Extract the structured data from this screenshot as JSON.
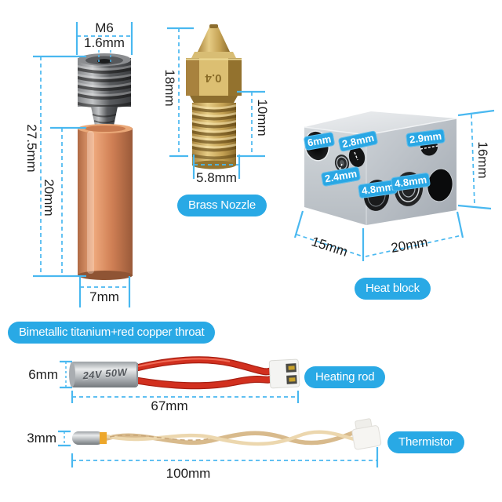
{
  "colors": {
    "accent_blue": "#29a9e5",
    "dimension_line_blue": "#49b8f0",
    "copper": "#d08055",
    "brass": "#c9a84e",
    "steel_gray": "#6f7276",
    "heat_block_silver": "#c6ccd2",
    "heater_wire_red": "#d2301f",
    "thermistor_wire_tan": "#e5cda6"
  },
  "components": {
    "throat": {
      "label": "Bimetallic titanium+red copper throat",
      "thread_size": "M6",
      "bore_diameter": "1.6mm",
      "total_length": "27.5mm",
      "body_length": "20mm",
      "body_diameter": "7mm"
    },
    "nozzle": {
      "label": "Brass Nozzle",
      "marking": "0.4",
      "total_length": "18mm",
      "thread_length": "10mm",
      "flat_width": "5.8mm"
    },
    "heat_block": {
      "label": "Heat block",
      "hole_diameters": [
        "6mm",
        "2.8mm",
        "2.9mm",
        "2.4mm",
        "4.8mm",
        "4.8mm"
      ],
      "height": "16mm",
      "depth": "15mm",
      "width": "20mm"
    },
    "heating_rod": {
      "label": "Heating rod",
      "marking": "24V 50W",
      "diameter": "6mm",
      "length": "67mm"
    },
    "thermistor": {
      "label": "Thermistor",
      "diameter": "3mm",
      "length": "100mm"
    }
  }
}
